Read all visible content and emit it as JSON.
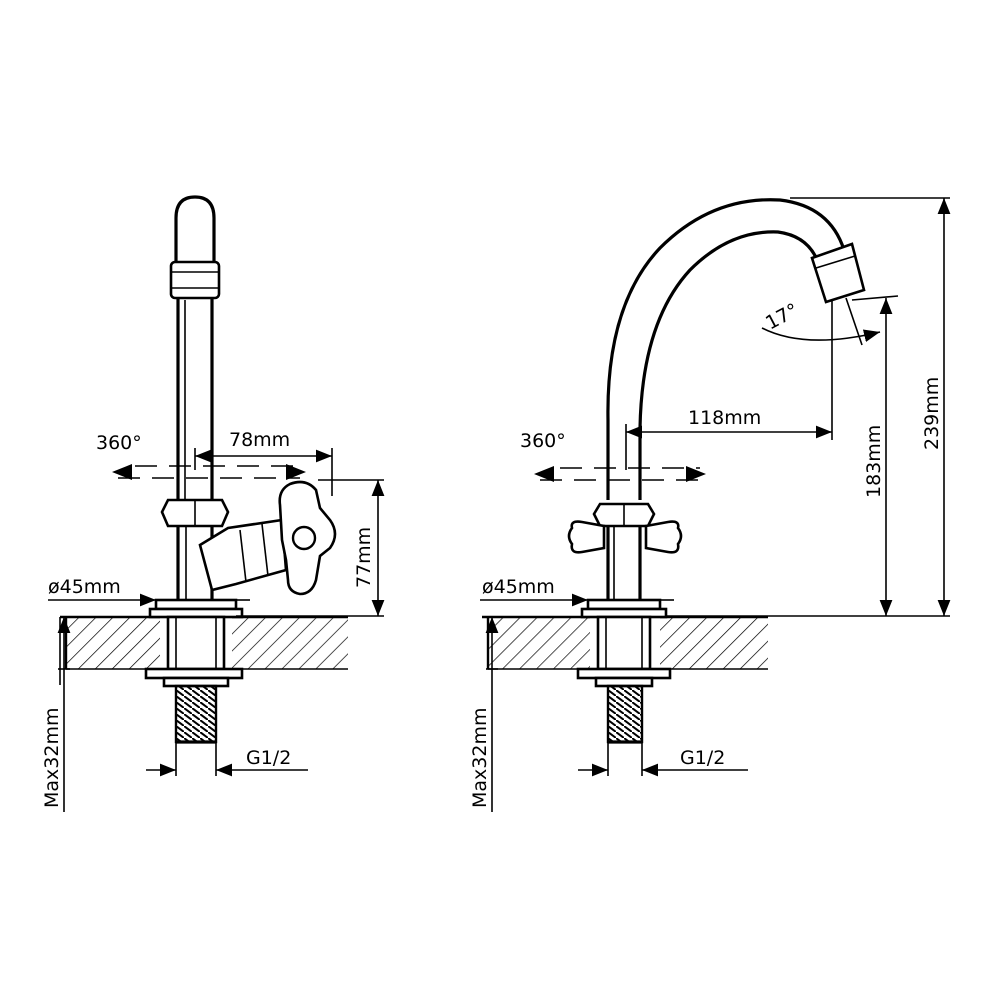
{
  "left_view": {
    "rotation_label": "360°",
    "reach_label": "78mm",
    "handle_height_label": "77mm",
    "base_diameter_label": "ø45mm",
    "max_depth_label": "Max32mm",
    "thread_label": "G1/2"
  },
  "right_view": {
    "rotation_label": "360°",
    "reach_label": "118mm",
    "angle_label": "17°",
    "spout_height_label": "183mm",
    "total_height_label": "239mm",
    "base_diameter_label": "ø45mm",
    "max_depth_label": "Max32mm",
    "thread_label": "G1/2"
  }
}
